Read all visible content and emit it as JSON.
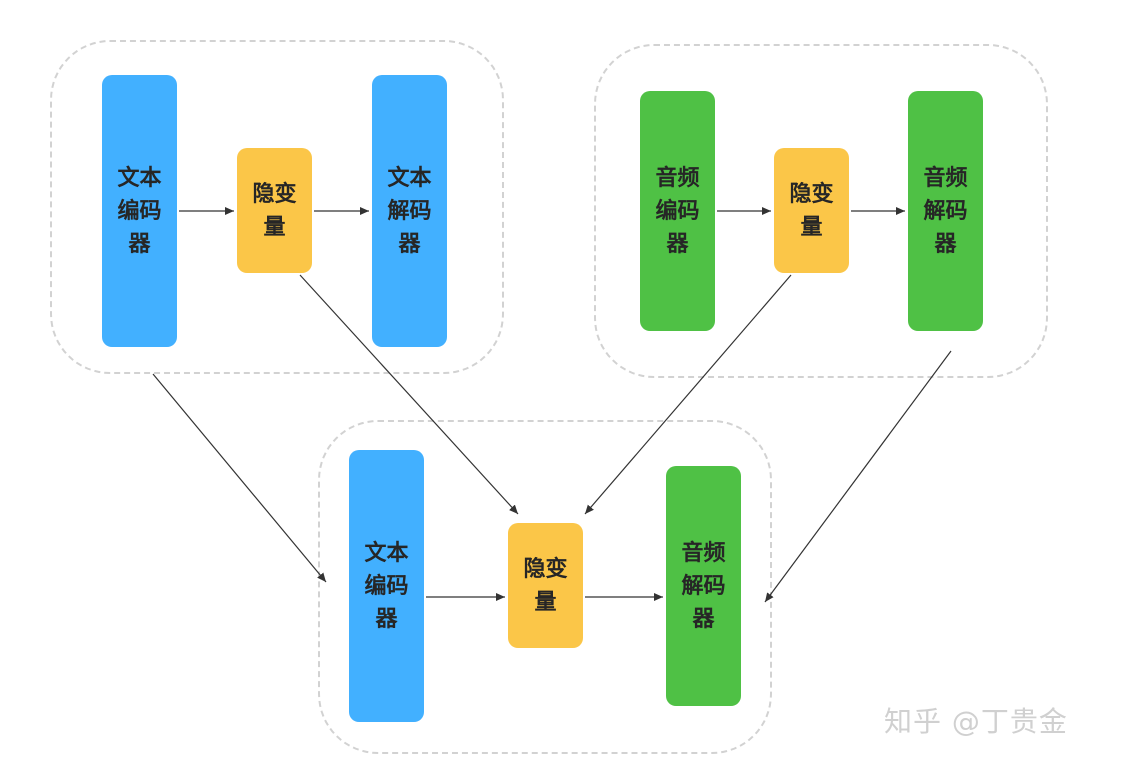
{
  "groups": {
    "text_group": {
      "encoder": "文本编码器",
      "latent": "隐变量",
      "decoder": "文本解码器"
    },
    "audio_group": {
      "encoder": "音频编码器",
      "latent": "隐变量",
      "decoder": "音频解码器"
    },
    "cross_group": {
      "encoder": "文本编码器",
      "latent": "隐变量",
      "decoder": "音频解码器"
    }
  },
  "watermark": "知乎 @丁贵金",
  "colors": {
    "text_block": "#42b0ff",
    "audio_block": "#4fc145",
    "latent_block": "#fbc648",
    "group_border": "#d2d2d2",
    "arrow": "#333333"
  }
}
